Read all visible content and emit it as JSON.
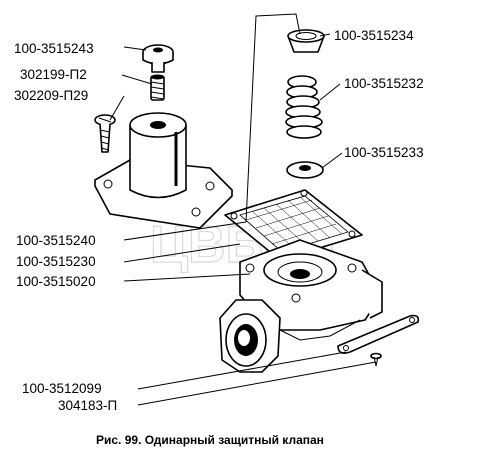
{
  "labels": {
    "part_100_3515243": "100-3515243",
    "part_302199_p2": "302199-П2",
    "part_302209_p29": "302209-П29",
    "part_100_3515240": "100-3515240",
    "part_100_3515230": "100-3515230",
    "part_100_3515020": "100-3515020",
    "part_100_3512099": "100-3512099",
    "part_304183_p": "304183-П",
    "part_100_3515234": "100-3515234",
    "part_100_3515232": "100-3515232",
    "part_100_3515233": "100-3515233"
  },
  "caption": "Рис. 99. Одинарный защитный клапан",
  "watermark": "ЦВБАЛ"
}
